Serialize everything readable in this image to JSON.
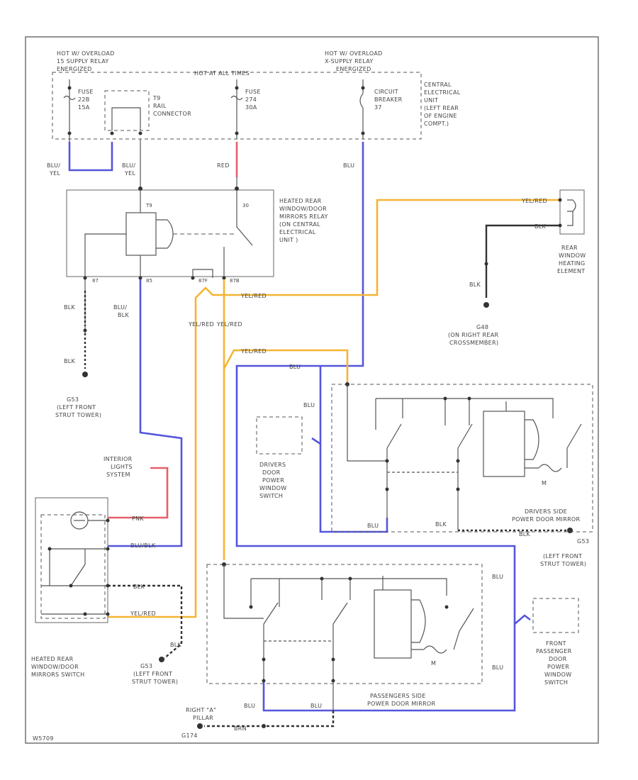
{
  "labels": {
    "hot_overload_1": "HOT W/ OVERLOAD",
    "hot_overload_2": "15 SUPPLY RELAY",
    "hot_overload_3": "ENERGIZED",
    "hot_xsupply_1": "HOT W/ OVERLOAD",
    "hot_xsupply_2": "X-SUPPLY RELAY",
    "hot_xsupply_3": "ENERGIZED",
    "hot_all_times": "HOT AT ALL TIMES",
    "fuse_22_1": "FUSE",
    "fuse_22_2": "22B",
    "fuse_22_3": "15A",
    "conn_1": "T9",
    "conn_2": "RAIL",
    "conn_3": "CONNECTOR",
    "fuse_24_1": "FUSE",
    "fuse_24_2": "274",
    "fuse_24_3": "30A",
    "cb_1": "CIRCUIT",
    "cb_2": "BREAKER",
    "cb_3": "37",
    "ceu_1": "CENTRAL",
    "ceu_2": "ELECTRICAL",
    "ceu_3": "UNIT",
    "ceu_4": "(LEFT REAR",
    "ceu_5": "OF ENGINE",
    "ceu_6": "COMPT.)",
    "w_blu_yel_a1": "BLU/",
    "w_blu_yel_a2": "YEL",
    "w_blu_yel_b1": "BLU/",
    "w_blu_yel_b2": "YEL",
    "w_red": "RED",
    "w_blu_top": "BLU",
    "relay_1": "HEATED REAR",
    "relay_2": "WINDOW/DOOR",
    "relay_3": "MIRRORS RELAY",
    "relay_4": "(ON CENTRAL",
    "relay_5": "ELECTRICAL",
    "relay_6": "UNIT )",
    "pin_t9": "T9",
    "pin_30": "30",
    "pin_87": "87",
    "pin_85": "85",
    "pin_87f": "87F",
    "pin_87b": "87B",
    "w_yel_red_top": "YEL/RED",
    "w_blk_top": "BLK",
    "rear_1": "REAR",
    "rear_2": "WINDOW",
    "rear_3": "HEATING",
    "rear_4": "ELEMENT",
    "w_blk_rear": "BLK",
    "g_rear_1": "G48",
    "g_rear_2": "(ON RIGHT REAR",
    "g_rear_3": "CROSSMEMBER)",
    "w_blk_1": "BLK",
    "w_blk_2": "BLK",
    "w_blu_blk_1": "BLU/",
    "w_blu_blk_2": "BLK",
    "g_lf_1": "G53",
    "g_lf_2": "(LEFT FRONT",
    "g_lf_3": "STRUT TOWER)",
    "w_yel_red_mid": "YEL/RED",
    "w_yel_red_v1": "YEL/RED",
    "w_yel_red_v2": "YEL/RED",
    "w_yel_red_v3": "YEL/RED",
    "w_blu_mid": "BLU",
    "w_blu_dd": "BLU",
    "dd_sw_1": "DRIVERS",
    "dd_sw_2": "DOOR",
    "dd_sw_3": "POWER",
    "dd_sw_4": "WINDOW",
    "dd_sw_5": "SWITCH",
    "dd_mirror_1": "DRIVERS SIDE",
    "dd_mirror_2": "POWER DOOR MIRROR",
    "g_dd_1": "G53",
    "g_dd_2": "(LEFT FRONT",
    "g_dd_3": "STRUT TOWER)",
    "w_blu_ddb": "BLU",
    "w_blk_ddb": "BLK",
    "w_blk_dd_gnd": "BLK",
    "ils_1": "INTERIOR",
    "ils_2": "LIGHTS",
    "ils_3": "SYSTEM",
    "w_pnk": "PNK",
    "w_blu_blk_sw": "BLU/BLK",
    "w_blk_sw": "BLK",
    "w_yel_red_sw": "YEL/RED",
    "sw_1": "HEATED REAR",
    "sw_2": "WINDOW/DOOR",
    "sw_3": "MIRRORS SWITCH",
    "g_sw_1": "G53",
    "g_sw_2": "(LEFT FRONT",
    "g_sw_3": "STRUT TOWER)",
    "w_blk_sw_gnd": "BLK",
    "w_blu_pd1": "BLU",
    "w_blu_pd2": "BLU",
    "pd_sw_1": "FRONT",
    "pd_sw_2": "PASSENGER",
    "pd_sw_3": "DOOR",
    "pd_sw_4": "POWER",
    "pd_sw_5": "WINDOW",
    "pd_sw_6": "SWITCH",
    "pd_mirror_1": "PASSENGERS SIDE",
    "pd_mirror_2": "POWER DOOR MIRROR",
    "w_blu_pdb1": "BLU",
    "w_blu_pdb2": "BLU",
    "w_brn": "BRN",
    "g_a_1": "RIGHT \"A\"",
    "g_a_2": "PILLAR",
    "g_a_3": "G174",
    "m1": "M",
    "m2": "M",
    "footer": "W5709"
  }
}
